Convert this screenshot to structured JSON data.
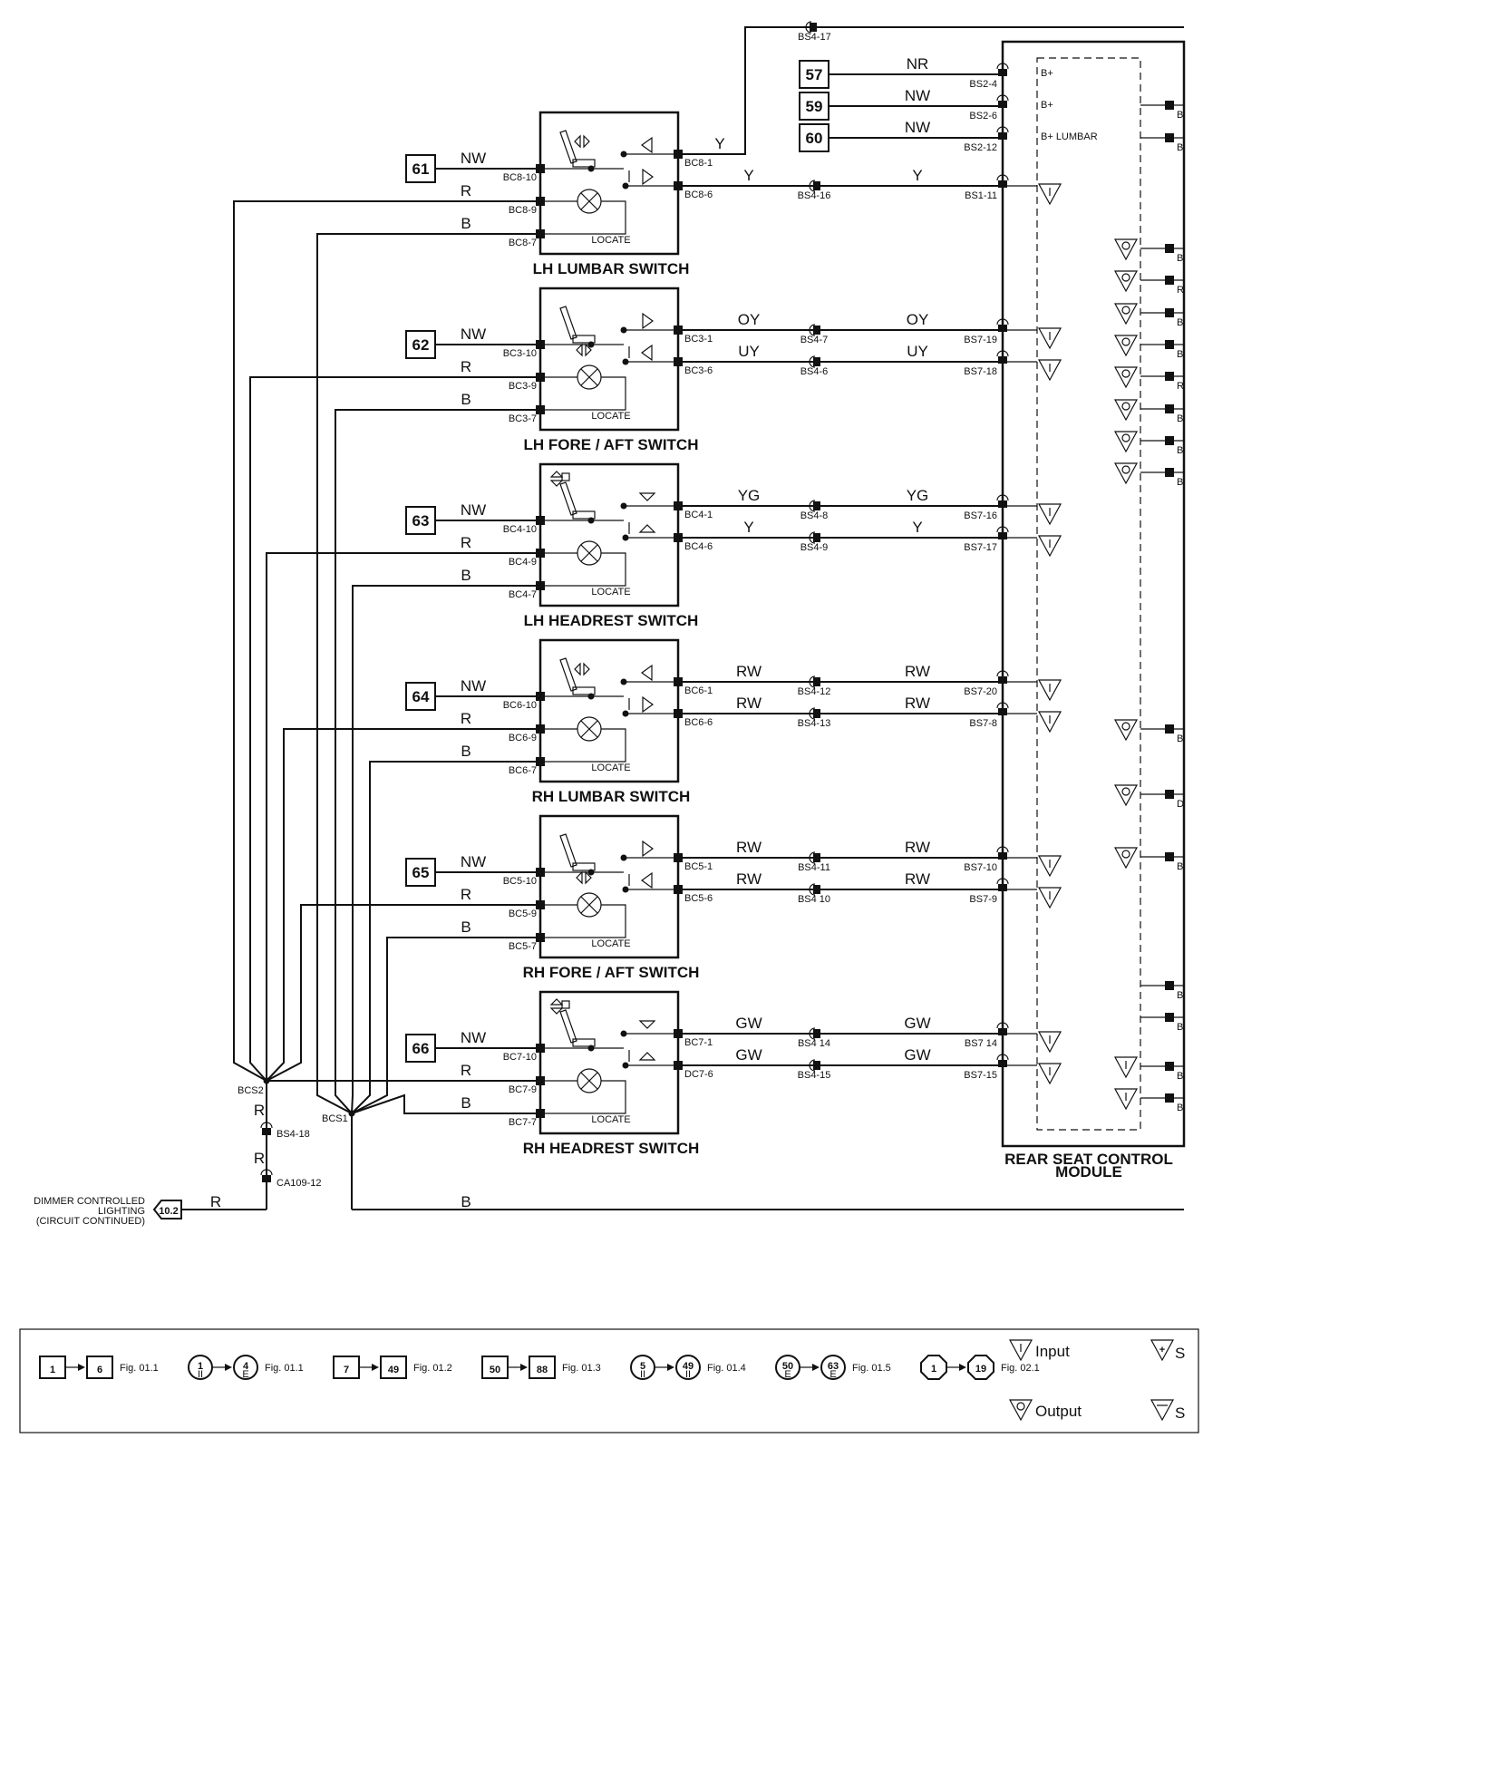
{
  "module": {
    "name": "REAR SEAT CONTROL\nMODULE",
    "supplies": [
      {
        "ref": "57",
        "wire": "NR",
        "pin": "BS2-4",
        "label": "B+"
      },
      {
        "ref": "59",
        "wire": "NW",
        "pin": "BS2-6",
        "label": "B+"
      },
      {
        "ref": "60",
        "wire": "NW",
        "pin": "BS2-12",
        "label": "B+ LUMBAR"
      }
    ],
    "top_wire": {
      "pin": "BS4-17"
    }
  },
  "switches": [
    {
      "ref": "61",
      "name": "LH LUMBAR SWITCH",
      "c": "BC8",
      "pins": [
        "BC8-10",
        "BC8-9",
        "BC8-7",
        "BC8-1",
        "BC8-6"
      ],
      "out1": {
        "wire": "Y",
        "mid_wire": "",
        "mid_pin": "",
        "mod_pin": ""
      },
      "out2": {
        "wire": "Y",
        "mid_wire": "Y",
        "mid_pin": "BS4-16",
        "mod_pin": "BS1-11"
      }
    },
    {
      "ref": "62",
      "name": "LH FORE / AFT SWITCH",
      "c": "BC3",
      "pins": [
        "BC3-10",
        "BC3-9",
        "BC3-7",
        "BC3-1",
        "BC3-6"
      ],
      "out1": {
        "wire": "OY",
        "mid_wire": "OY",
        "mid_pin": "BS4-7",
        "mod_pin": "BS7-19"
      },
      "out2": {
        "wire": "UY",
        "mid_wire": "UY",
        "mid_pin": "BS4-6",
        "mod_pin": "BS7-18"
      }
    },
    {
      "ref": "63",
      "name": "LH HEADREST SWITCH",
      "c": "BC4",
      "pins": [
        "BC4-10",
        "BC4-9",
        "BC4-7",
        "BC4-1",
        "BC4-6"
      ],
      "out1": {
        "wire": "YG",
        "mid_wire": "YG",
        "mid_pin": "BS4-8",
        "mod_pin": "BS7-16"
      },
      "out2": {
        "wire": "Y",
        "mid_wire": "Y",
        "mid_pin": "BS4-9",
        "mod_pin": "BS7-17"
      }
    },
    {
      "ref": "64",
      "name": "RH LUMBAR SWITCH",
      "c": "BC6",
      "pins": [
        "BC6-10",
        "BC6-9",
        "BC6-7",
        "BC6-1",
        "BC6-6"
      ],
      "out1": {
        "wire": "RW",
        "mid_wire": "RW",
        "mid_pin": "BS4-12",
        "mod_pin": "BS7-20"
      },
      "out2": {
        "wire": "RW",
        "mid_wire": "RW",
        "mid_pin": "BS4-13",
        "mod_pin": "BS7-8"
      }
    },
    {
      "ref": "65",
      "name": "RH FORE / AFT SWITCH",
      "c": "BC5",
      "pins": [
        "BC5-10",
        "BC5-9",
        "BC5-7",
        "BC5-1",
        "BC5-6"
      ],
      "out1": {
        "wire": "RW",
        "mid_wire": "RW",
        "mid_pin": "BS4-11",
        "mod_pin": "BS7-10"
      },
      "out2": {
        "wire": "RW",
        "mid_wire": "RW",
        "mid_pin": "BS4 10",
        "mod_pin": "BS7-9"
      }
    },
    {
      "ref": "66",
      "name": "RH HEADREST SWITCH",
      "c": "BC7",
      "pins": [
        "BC7-10",
        "BC7-9",
        "BC7-7",
        "BC7-1",
        "DC7-6"
      ],
      "out1": {
        "wire": "GW",
        "mid_wire": "GW",
        "mid_pin": "BS4 14",
        "mod_pin": "BS7 14"
      },
      "out2": {
        "wire": "GW",
        "mid_wire": "GW",
        "mid_pin": "BS4-15",
        "mod_pin": "BS7-15"
      }
    }
  ],
  "common": {
    "wire_in": "NW",
    "wire_r": "R",
    "wire_b": "B",
    "locate": "LOCATE",
    "splice_r": "BCS2",
    "splice_b": "BCS1",
    "r_chain": [
      {
        "wire": "R",
        "pin": "BS4-18"
      },
      {
        "wire": "R",
        "pin": "CA109-12"
      }
    ],
    "dimmer": {
      "text": "DIMMER CONTROLLED\nLIGHTING\n(CIRCUIT CONTINUED)",
      "ref": "10.2",
      "wire": "R"
    },
    "ground_wire": "B"
  },
  "right_edge_labels": [
    "B",
    "B",
    "B",
    "R",
    "B",
    "B",
    "R",
    "B",
    "B",
    "B",
    "B",
    "D",
    "B",
    "B",
    "B",
    "B",
    "B"
  ],
  "legend": {
    "items": [
      {
        "from": "1",
        "to": "6",
        "fig": "Fig. 01.1",
        "shape": "square"
      },
      {
        "from": "1",
        "from_sub": "II",
        "to": "4",
        "to_sub": "E",
        "fig": "Fig. 01.1",
        "shape": "circle"
      },
      {
        "from": "7",
        "to": "49",
        "fig": "Fig. 01.2",
        "shape": "square"
      },
      {
        "from": "50",
        "to": "88",
        "fig": "Fig. 01.3",
        "shape": "square"
      },
      {
        "from": "5",
        "from_sub": "II",
        "to": "49",
        "to_sub": "II",
        "fig": "Fig. 01.4",
        "shape": "circle"
      },
      {
        "from": "50",
        "from_sub": "E",
        "to": "63",
        "to_sub": "E",
        "fig": "Fig. 01.5",
        "shape": "circle"
      },
      {
        "from": "1",
        "to": "19",
        "fig": "Fig. 02.1",
        "shape": "octagon"
      }
    ],
    "input": "Input",
    "output": "Output",
    "s1": "S",
    "s2": "S"
  }
}
